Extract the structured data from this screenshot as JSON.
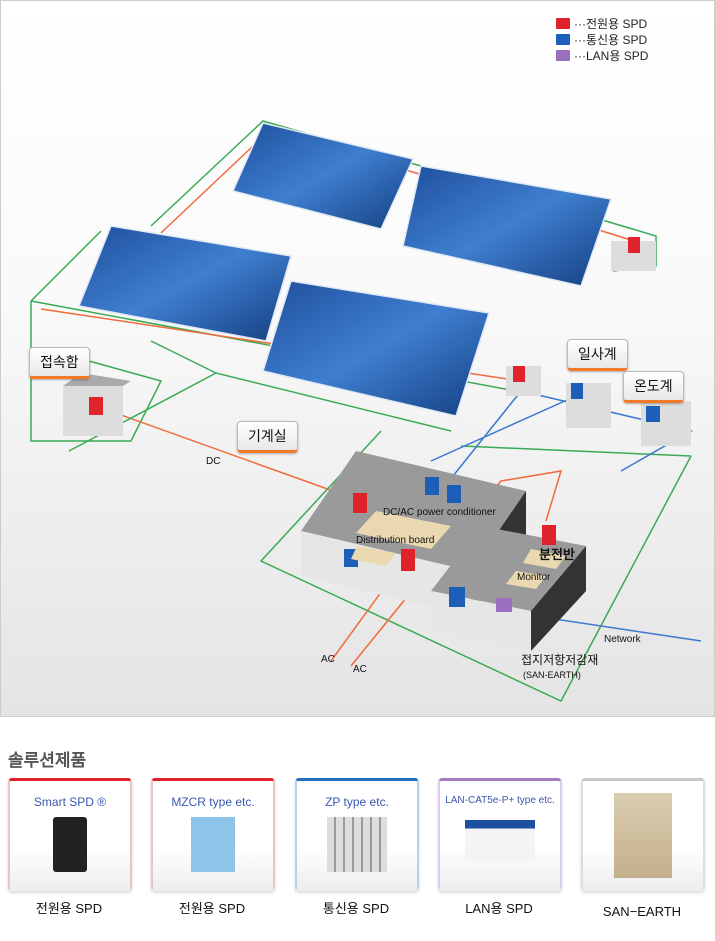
{
  "legend": [
    {
      "label": "···전원용 SPD",
      "color": "#e0222a"
    },
    {
      "label": "···통신용 SPD",
      "color": "#1d5fb8"
    },
    {
      "label": "···LAN용 SPD",
      "color": "#9b6fc0"
    }
  ],
  "diagram": {
    "junction_box": "접속함",
    "machine_room": "기계실",
    "pyranometer": "일사계",
    "thermometer": "온도계",
    "dc": "DC",
    "pcs": "DC/AC power conditioner",
    "distribution": "Distribution board",
    "panelboard": "분전반",
    "monitor": "Monitor",
    "network": "Network",
    "ac1": "AC",
    "ac2": "AC",
    "earth": "접지저항저감재",
    "earth_en": "(SAN-EARTH)"
  },
  "section_title": "솔루션제품",
  "products": [
    {
      "title": "Smart SPD ®",
      "caption": "전원용 SPD",
      "color": "#e0222a"
    },
    {
      "title": "MZCR type etc.",
      "caption": "전원용 SPD",
      "color": "#e0222a"
    },
    {
      "title": "ZP type etc.",
      "caption": "통신용 SPD",
      "color": "#1d6fc0"
    },
    {
      "title": "LAN-CAT5e-P+ type etc.",
      "caption": "LAN용 SPD",
      "color": "#a77cc4"
    },
    {
      "title": "",
      "caption": "SAN−EARTH",
      "color": "#c8c8c8"
    }
  ]
}
